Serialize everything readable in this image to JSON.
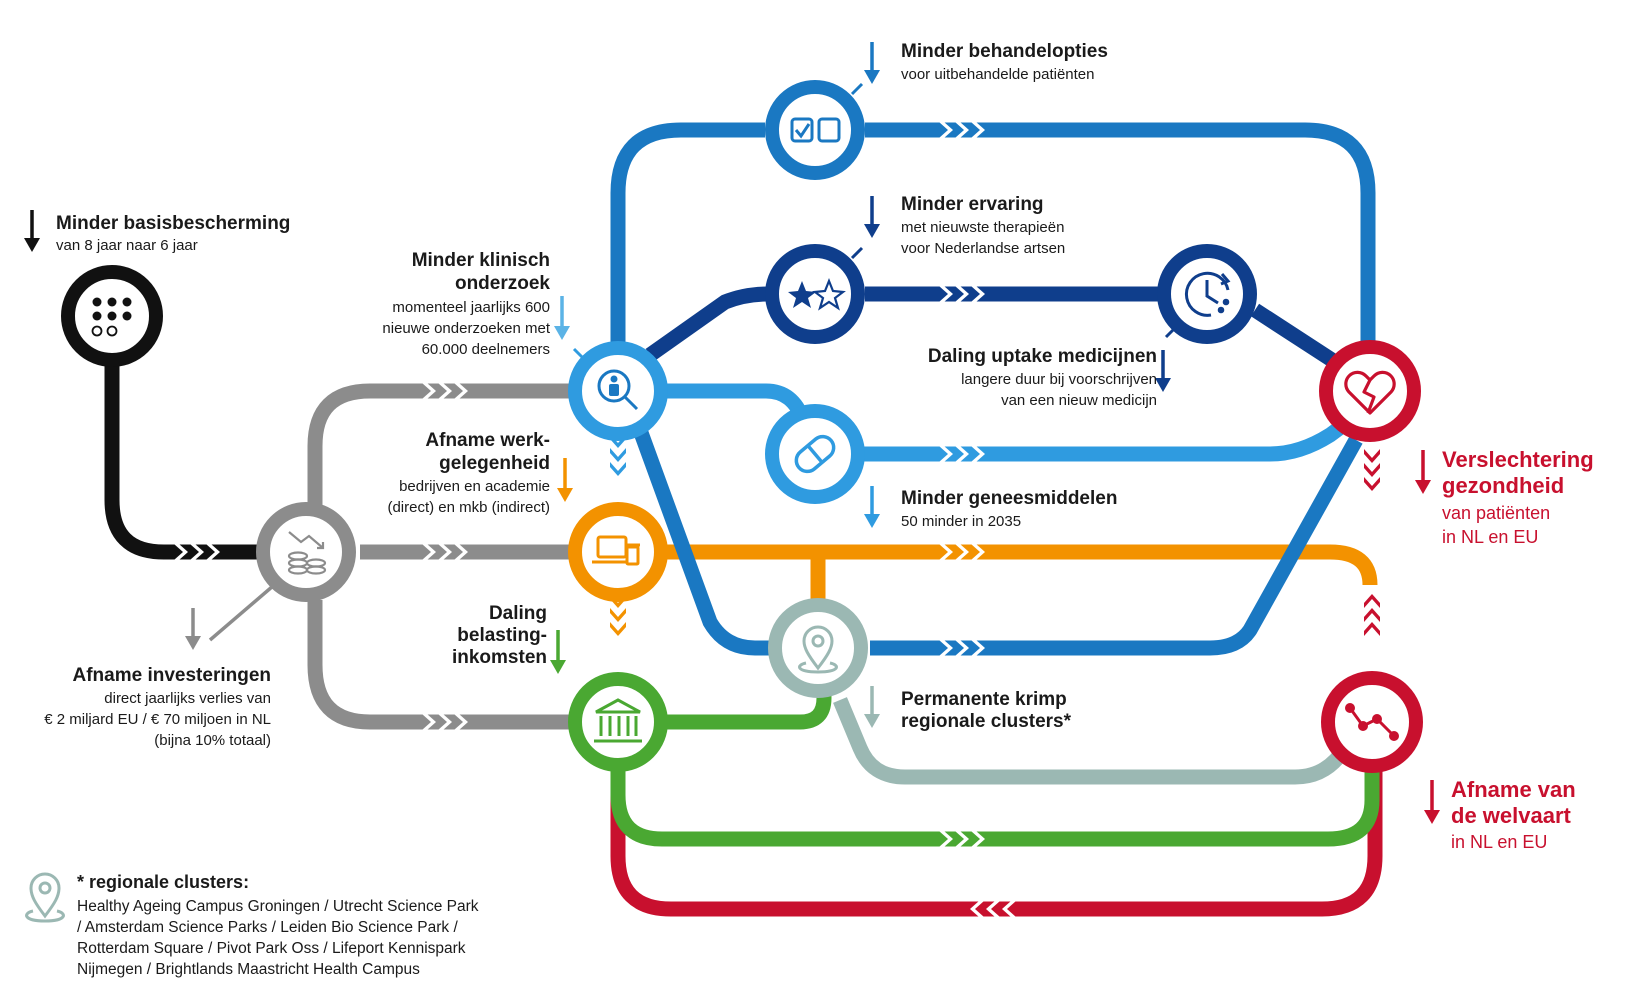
{
  "colors": {
    "black": "#111111",
    "gray": "#8c8c8c",
    "midblue": "#1a78c2",
    "navy": "#0f3e8c",
    "lightblue": "#2f9be0",
    "orange": "#f39200",
    "green": "#4aa832",
    "sage": "#9bb8b3",
    "red": "#c8102e",
    "arrow_gray": "#8c8c8c",
    "arrow_lightblue": "#5bb3e6"
  },
  "nodes": {
    "basisbescherming": {
      "icon": "dot-grid-icon",
      "title": "Minder basisbescherming",
      "sub": [
        "van 8 jaar naar 6 jaar"
      ]
    },
    "investeringen": {
      "icon": "coins-decline-icon",
      "title": "Afname investeringen",
      "sub": [
        "direct jaarlijks verlies van",
        "€ 2 miljard EU / € 70 miljoen in NL",
        "(bijna 10% totaal)"
      ]
    },
    "klinisch": {
      "icon": "person-search-icon",
      "title_lines": [
        "Minder klinisch",
        "onderzoek"
      ],
      "sub": [
        "momenteel jaarlijks 600",
        "nieuwe onderzoeken met",
        "60.000 deelnemers"
      ]
    },
    "werkgelegenheid": {
      "icon": "laptop-coffee-icon",
      "title_lines": [
        "Afname werk-",
        "gelegenheid"
      ],
      "sub": [
        "bedrijven en academie",
        "(direct) en mkb (indirect)"
      ]
    },
    "belasting": {
      "icon": "bank-building-icon",
      "title_lines": [
        "Daling",
        "belasting-",
        "inkomsten"
      ]
    },
    "behandelopties": {
      "icon": "checkbox-icon",
      "title": "Minder behandelopties",
      "sub": [
        "voor uitbehandelde patiënten"
      ]
    },
    "ervaring": {
      "icon": "stars-icon",
      "title": "Minder ervaring",
      "sub": [
        "met nieuwste therapieën",
        "voor Nederlandse artsen"
      ]
    },
    "uptake": {
      "icon": "clock-icon",
      "title": "Daling uptake medicijnen",
      "sub": [
        "langere duur bij voorschrijven",
        "van een nieuw medicijn"
      ]
    },
    "geneesmiddelen": {
      "icon": "pill-icon",
      "title": "Minder geneesmiddelen",
      "sub": [
        "50 minder in 2035"
      ]
    },
    "clusters": {
      "icon": "location-pin-icon",
      "title_lines": [
        "Permanente krimp",
        "regionale clusters*"
      ]
    },
    "gezondheid": {
      "icon": "broken-heart-icon",
      "title_lines": [
        "Verslechtering",
        "gezondheid"
      ],
      "sub": [
        "van patiënten",
        "in NL en EU"
      ]
    },
    "welvaart": {
      "icon": "decline-graph-icon",
      "title_lines": [
        "Afname van",
        "de welvaart"
      ],
      "sub": [
        "in NL en EU"
      ]
    }
  },
  "legend": {
    "icon": "location-pin-icon",
    "title": "* regionale clusters:",
    "lines": [
      "Healthy Ageing Campus Groningen / Utrecht Science Park",
      "/ Amsterdam Science Parks / Leiden Bio Science Park /",
      "Rotterdam Square / Pivot Park Oss / Lifeport Kennispark",
      "Nijmegen / Brightlands Maastricht Health Campus"
    ]
  }
}
